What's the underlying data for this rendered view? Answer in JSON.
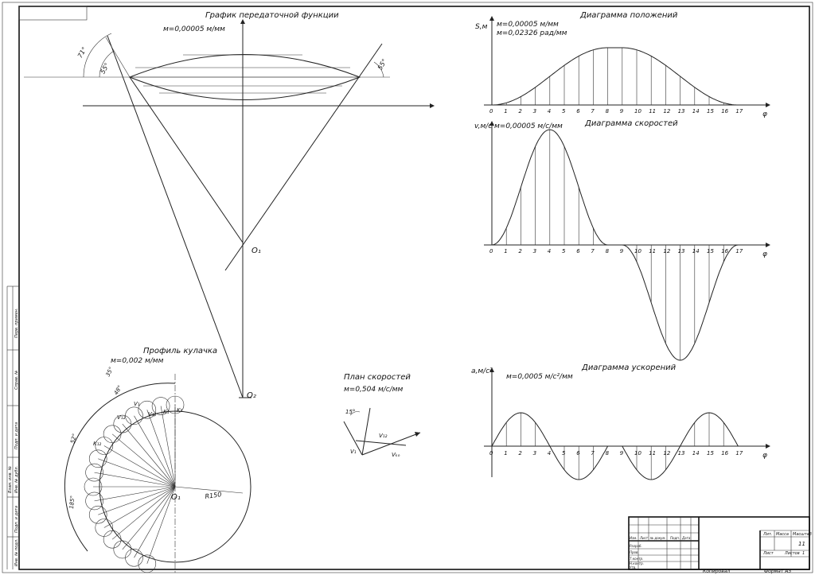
{
  "transfer": {
    "title": "График передаточной функции",
    "scale": "м=0,00005 м/мм",
    "angle_71": "71°",
    "angle_55a": "55°",
    "angle_55b": "55°",
    "center_o1": "O₁",
    "center_o2": "O₂"
  },
  "positions": {
    "title": "Диаграмма положений",
    "axis": "S,м",
    "scale1": "м=0,00005 м/мм",
    "scale2": "м=0,02326 рад/мм",
    "phi": "φ",
    "ticks": [
      "0",
      "1",
      "2",
      "3",
      "4",
      "5",
      "6",
      "7",
      "8",
      "9",
      "10",
      "11",
      "12",
      "13",
      "14",
      "15",
      "16",
      "17"
    ]
  },
  "velocity": {
    "title": "Диаграмма скоростей",
    "axis": "v,м/с",
    "scale": "м=0,00005 м/с/мм",
    "phi": "φ",
    "ticks": [
      "0",
      "1",
      "2",
      "3",
      "4",
      "5",
      "6",
      "7",
      "8",
      "9",
      "10",
      "11",
      "12",
      "13",
      "14",
      "15",
      "16",
      "17"
    ]
  },
  "acceleration": {
    "title": "Диаграмма ускорений",
    "axis": "a,м/с²",
    "scale": "м=0,0005 м/с²/мм",
    "phi": "φ",
    "ticks": [
      "0",
      "1",
      "2",
      "3",
      "4",
      "5",
      "6",
      "7",
      "8",
      "9",
      "10",
      "11",
      "12",
      "13",
      "14",
      "15",
      "16",
      "17"
    ]
  },
  "cam": {
    "title": "Профиль кулачка",
    "scale": "м=0,002 м/мм",
    "center": "O₁",
    "radius": "R150",
    "angle_35": "35°",
    "angle_52": "52°",
    "angle_185": "185°",
    "angle_48": "48°",
    "labels": [
      "V₁",
      "V₁₂",
      "V₁ᵦ",
      "K₁₂",
      "K₁",
      "K₅"
    ]
  },
  "velplan": {
    "title": "План скоростей",
    "scale": "м=0,504 м/с/мм",
    "angle": "15°",
    "v1": "V₁",
    "v12": "V₁₂",
    "vk": "Vₖₒ"
  },
  "stamp": {
    "sheet_no": "11",
    "col_lit": "Лит.",
    "col_mass": "Масса",
    "col_scale": "Масштаб",
    "sheet": "Лист",
    "sheets": "Листов",
    "sheets_count": "1",
    "row_labels": [
      "Изм.",
      "Лист",
      "№ докум.",
      "Подп.",
      "Дата"
    ],
    "side_labels": [
      "Разраб.",
      "Пров.",
      "Т.контр.",
      "Н.контр.",
      "Утв."
    ],
    "copied": "Копировал",
    "format": "Формат   А3"
  },
  "margin": {
    "labels": [
      "Перв. примен.",
      "Справ. №",
      "Подп. и дата",
      "Инв. № дубл.",
      "Взам. инв. №",
      "Подп. и дата",
      "Инв. № подл."
    ]
  }
}
